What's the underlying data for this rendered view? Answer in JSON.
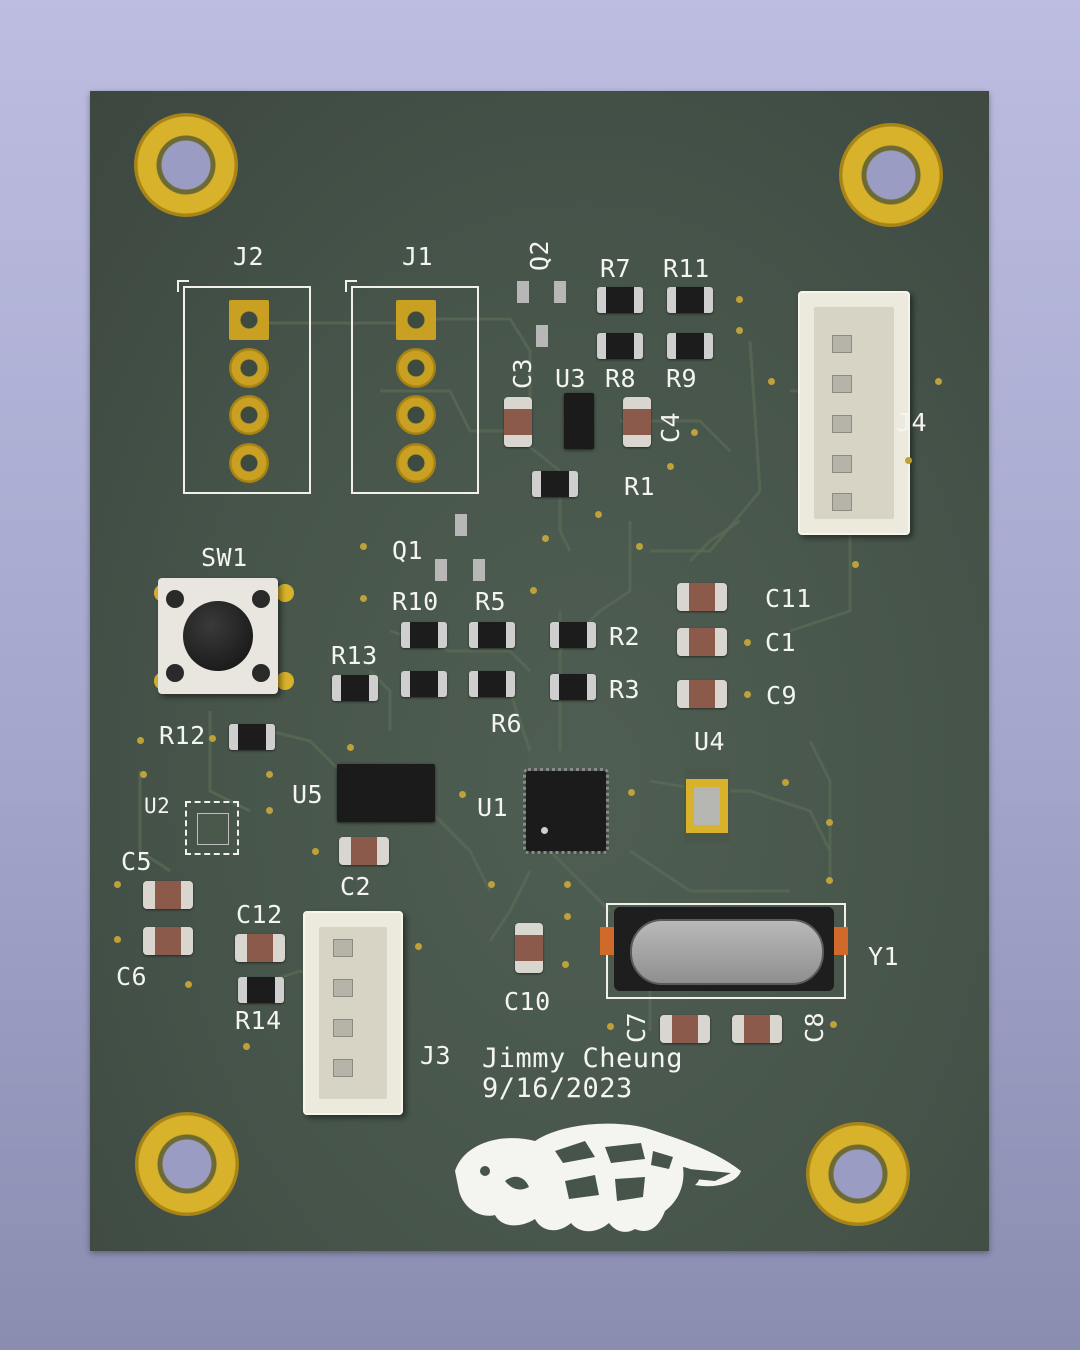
{
  "board": {
    "author": "Jimmy Cheung",
    "date": "9/16/2023",
    "logo_icon": "beaver-logo-icon",
    "colors": {
      "soldermask": "#46544a",
      "silkscreen": "#f4f4f0",
      "copper_pad": "#d8b22a",
      "background": "#a4a6cc"
    }
  },
  "designators": {
    "J1": "J1",
    "J2": "J2",
    "J3": "J3",
    "J4": "J4",
    "Q1": "Q1",
    "Q2": "Q2",
    "U1": "U1",
    "U2": "U2",
    "U3": "U3",
    "U4": "U4",
    "U5": "U5",
    "SW1": "SW1",
    "Y1": "Y1",
    "R1": "R1",
    "R2": "R2",
    "R3": "R3",
    "R5": "R5",
    "R6": "R6",
    "R7": "R7",
    "R8": "R8",
    "R9": "R9",
    "R10": "R10",
    "R11": "R11",
    "R12": "R12",
    "R13": "R13",
    "R14": "R14",
    "C1": "C1",
    "C2": "C2",
    "C3": "C3",
    "C4": "C4",
    "C5": "C5",
    "C6": "C6",
    "C7": "C7",
    "C8": "C8",
    "C9": "C9",
    "C10": "C10",
    "C11": "C11",
    "C12": "C12"
  }
}
